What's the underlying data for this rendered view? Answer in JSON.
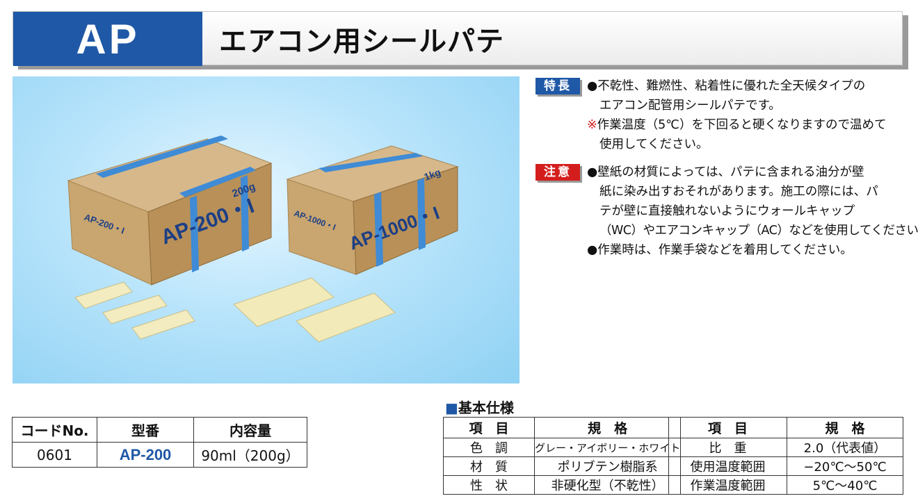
{
  "header": {
    "code": "AP",
    "title": "エアコン用シールパテ"
  },
  "photo": {
    "box1_label": "AP-200・I",
    "box1_small": "AP-200・I",
    "box1_top": "200g",
    "box2_label": "AP-1000・I",
    "box2_small": "AP-1000・I",
    "box2_top": "1kg"
  },
  "features": {
    "badge": "特長",
    "lines": [
      "●不乾性、難燃性、粘着性に優れた全天候タイプの",
      "エアコン配管用シールパテです。"
    ],
    "note_mark": "※",
    "note_lines": [
      "作業温度（5℃）を下回ると硬くなりますので温めて",
      "使用してください。"
    ]
  },
  "caution": {
    "badge": "注意",
    "lines": [
      "●壁紙の材質によっては、パテに含まれる油分が壁",
      "紙に染み出すおそれがあります。施工の際には、パ",
      "テが壁に直接触れないようにウォールキャップ",
      "（WC）やエアコンキャップ（AC）などを使用してください。",
      "●作業時は、作業手袋などを着用してください。"
    ]
  },
  "code_table": {
    "headers": [
      "コードNo.",
      "型番",
      "内容量"
    ],
    "row": [
      "0601",
      "AP-200",
      "90ml（200g）"
    ]
  },
  "spec": {
    "title_mark": "■",
    "title": "基本仕様",
    "left_headers": [
      "項　目",
      "規　格"
    ],
    "left_rows": [
      [
        "色　調",
        "グレー・アイボリー・ホワイト"
      ],
      [
        "材　質",
        "ポリブテン樹脂系"
      ],
      [
        "性　状",
        "非硬化型（不乾性）"
      ]
    ],
    "right_headers": [
      "項　目",
      "規　格"
    ],
    "right_rows": [
      [
        "比　重",
        "2.0（代表値）"
      ],
      [
        "使用温度範囲",
        "−20℃〜50℃"
      ],
      [
        "作業温度範囲",
        "5℃〜40℃"
      ]
    ]
  },
  "colors": {
    "brand_blue": "#1f58a6",
    "caution_red": "#d41e1e"
  }
}
